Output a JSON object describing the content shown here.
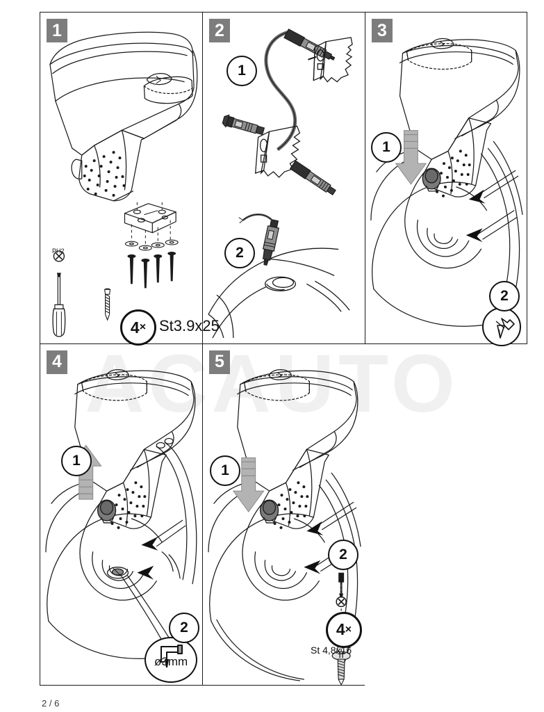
{
  "document": {
    "type": "installation-instruction-sheet",
    "page_label": "2 / 6",
    "watermark_text": "ACAUTO"
  },
  "panels": [
    {
      "number": "1",
      "title_badge": "1",
      "content_description": "Armrest console unit with mounting bracket, washers and screws exploded below",
      "tools": {
        "screwdriver_label": "PH2",
        "screwdriver_icon": "phillips-screwdriver-icon",
        "bit_icon": "phillips-bit-icon"
      },
      "hardware": {
        "quantity": "4",
        "quantity_suffix": "×",
        "screw_spec": "St3.9x25",
        "screw_icon": "wood-screw-icon"
      }
    },
    {
      "number": "2",
      "title_badge": "2",
      "callouts": [
        {
          "label": "1",
          "description": "Adapter cable with two plug connectors and vehicle sockets"
        },
        {
          "label": "2",
          "description": "Insert power plug into the 12V cigarette lighter socket"
        }
      ]
    },
    {
      "number": "3",
      "title_badge": "3",
      "callouts": [
        {
          "label": "1",
          "description": "Press console assembly downward into the center tunnel",
          "arrow": "down"
        },
        {
          "label": "2",
          "description": "Mark drilling positions",
          "detail_icon": "marker-pen-icon"
        }
      ]
    },
    {
      "number": "4",
      "title_badge": "4",
      "callouts": [
        {
          "label": "1",
          "description": "Lift console assembly upward to remove",
          "arrow": "up"
        },
        {
          "label": "2",
          "description": "Drill holes at marked positions",
          "detail_icon": "drill-icon",
          "detail_text": "ø3mm"
        }
      ]
    },
    {
      "number": "5",
      "title_badge": "5",
      "callouts": [
        {
          "label": "1",
          "description": "Refit console assembly downward into position",
          "arrow": "down"
        },
        {
          "label": "2",
          "description": "Fasten with self-tapping screws"
        }
      ],
      "hardware": {
        "screwdriver_icon": "phillips-screwdriver-icon",
        "bit_icon": "phillips-bit-icon",
        "quantity": "4",
        "quantity_suffix": "×",
        "screw_spec": "St 4,8x16",
        "screw_icon": "flange-head-screw-icon"
      }
    }
  ],
  "colors": {
    "badge_background": "#7d7d7d",
    "badge_text": "#ffffff",
    "line": "#1a1a1a",
    "arrow_fill": "#b3b3b3",
    "watermark": "#f0f0f0",
    "connector_gray": "#8c8c8c",
    "connector_dark": "#3c3c3c"
  }
}
